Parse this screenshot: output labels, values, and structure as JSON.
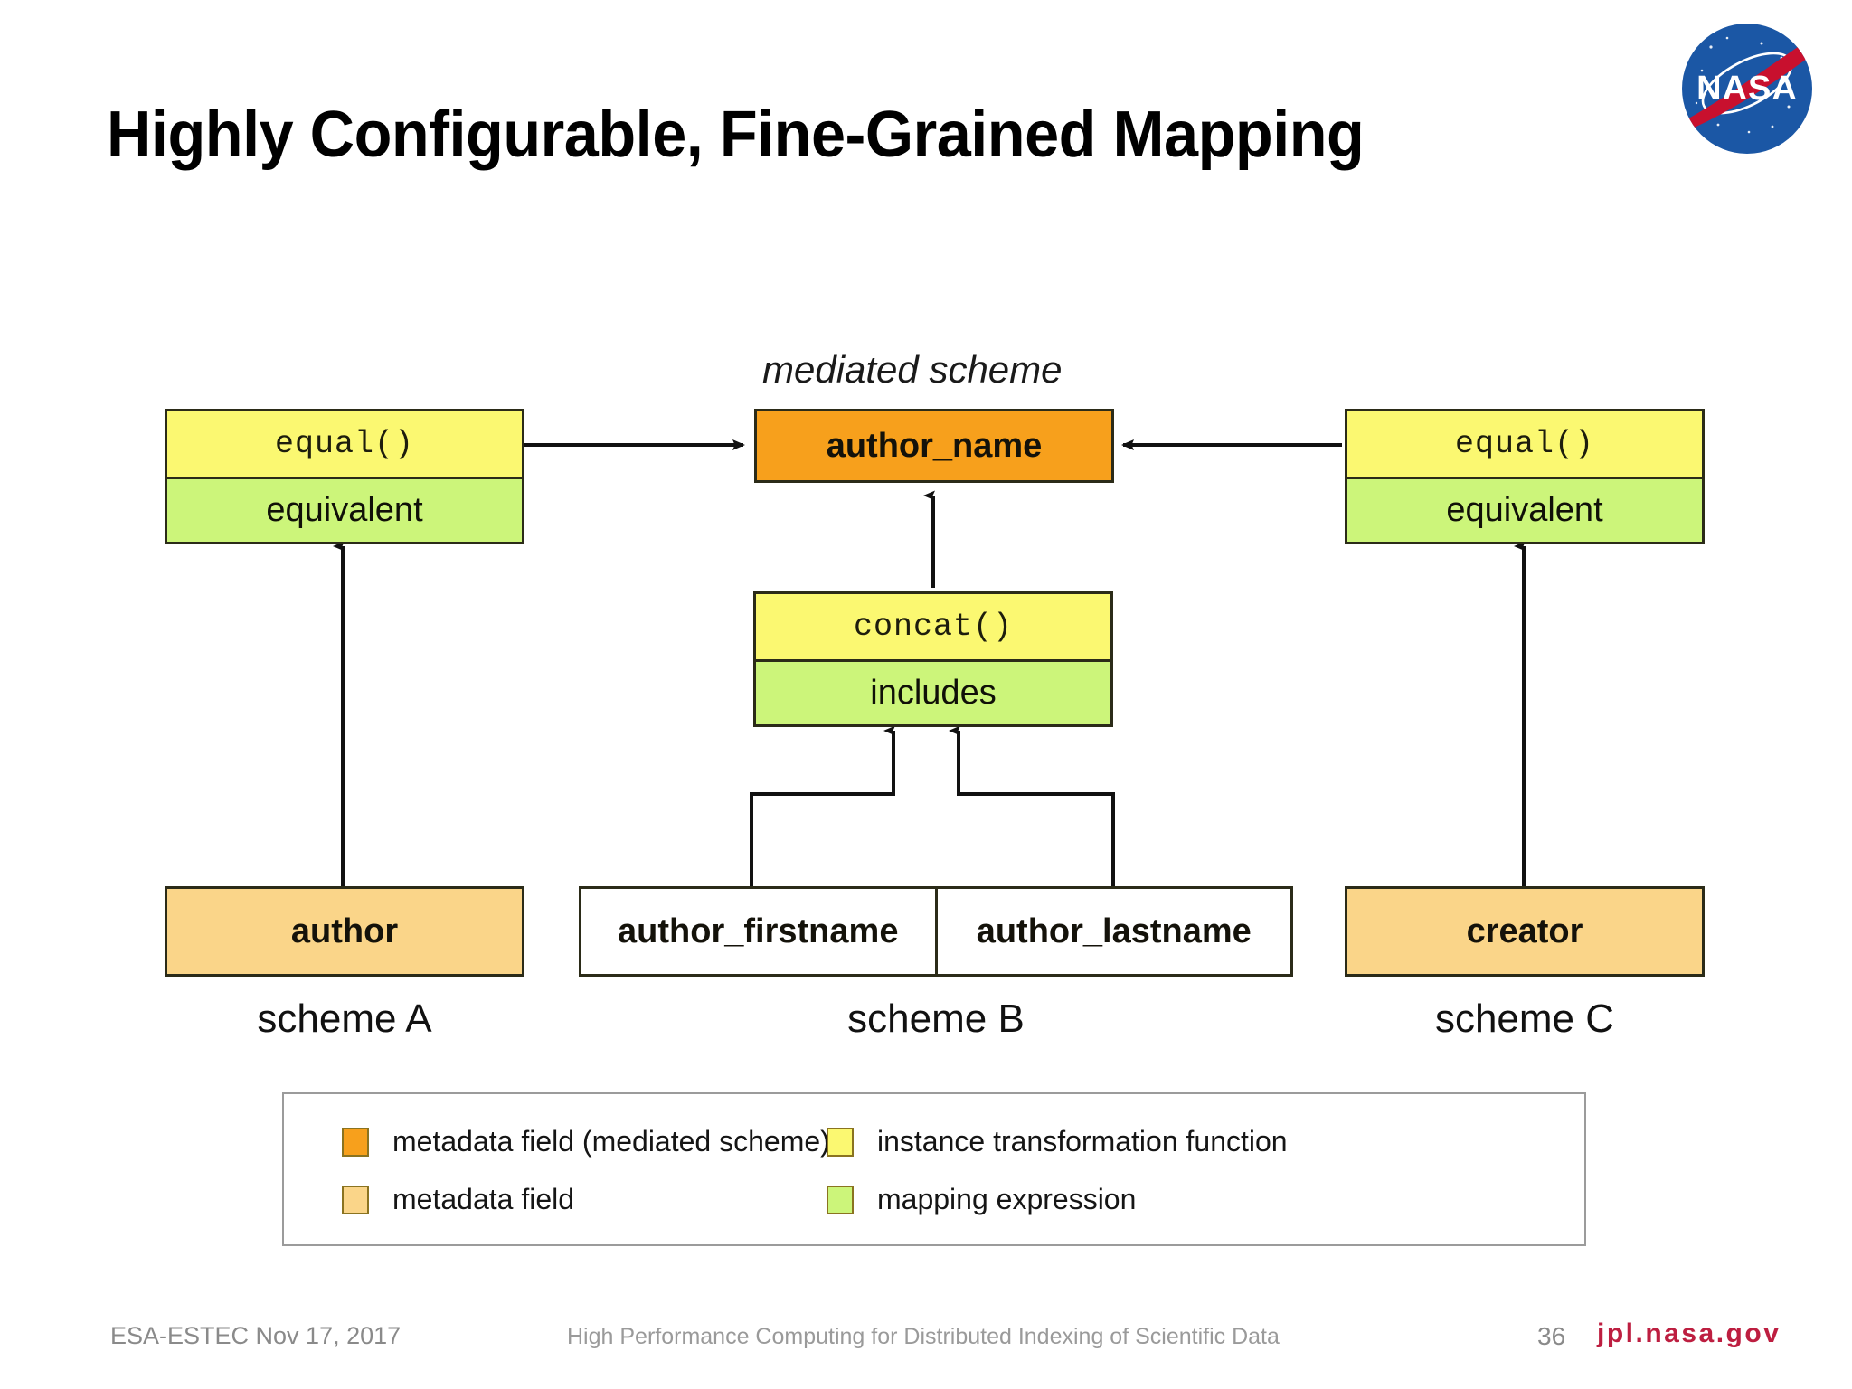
{
  "slide": {
    "title": "Highly Configurable, Fine-Grained Mapping",
    "page_number": "36"
  },
  "logo": {
    "name": "nasa-meatball-logo",
    "wordmark": "NASA",
    "circle_color": "#1b57a5",
    "swoosh_color": "#c8102e",
    "text_color": "#ffffff"
  },
  "diagram": {
    "mediated_scheme_label": "mediated scheme",
    "mediated_node": {
      "label": "author_name",
      "color": "#f7a01c"
    },
    "left_mapping": {
      "function": "equal()",
      "expression": "equivalent"
    },
    "center_mapping": {
      "function": "concat()",
      "expression": "includes"
    },
    "right_mapping": {
      "function": "equal()",
      "expression": "equivalent"
    },
    "source_fields": {
      "scheme_a": [
        "author"
      ],
      "scheme_b": [
        "author_firstname",
        "author_lastname"
      ],
      "scheme_c": [
        "creator"
      ]
    },
    "scheme_labels": {
      "a": "scheme A",
      "b": "scheme B",
      "c": "scheme C"
    },
    "colors": {
      "mediated_field": "#f7a01c",
      "metadata_field": "#fad589",
      "transformation_function": "#fbf871",
      "mapping_expression": "#ccf57a",
      "border": "#2b2b18"
    }
  },
  "legend": {
    "items": [
      {
        "label": "metadata field (mediated scheme)",
        "color": "#f7a01c"
      },
      {
        "label": "metadata field",
        "color": "#fad589"
      },
      {
        "label": "instance transformation function",
        "color": "#fbf871"
      },
      {
        "label": "mapping expression",
        "color": "#ccf57a"
      }
    ]
  },
  "footer": {
    "left": "ESA-ESTEC Nov 17, 2017",
    "center": "High Performance Computing for Distributed Indexing of Scientific Data",
    "page": "36",
    "url": "jpl.nasa.gov"
  }
}
